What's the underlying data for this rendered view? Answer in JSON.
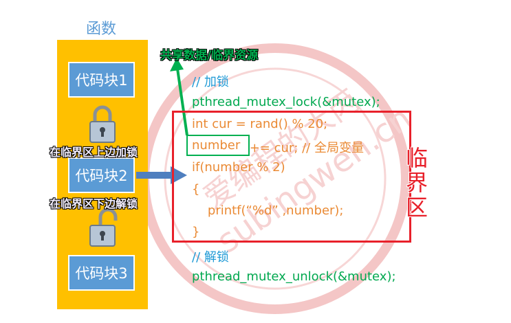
{
  "function_label": "函数",
  "blocks": [
    "代码块1",
    "代码块2",
    "代码块3"
  ],
  "lock_caption": "在临界区上边加锁",
  "unlock_caption": "在临界区下边解锁",
  "shared_resource_label": "共享数据/临界资源",
  "critical_section_label": "临界区",
  "code": {
    "lock_comment": "// 加锁",
    "lock_call": "pthread_mutex_lock(&mutex);",
    "line1": "int cur = rand() % 20;",
    "line2_var": "number",
    "line2_rest": " += cur; // 全局变量",
    "line3": "if(number % 2)",
    "line4": "{",
    "line5": "    printf(“%d” ,number);",
    "line6": "}",
    "unlock_comment": "// 解锁",
    "unlock_call": "pthread_mutex_unlock(&mutex);"
  },
  "watermark": "爱编程的大丙 subingwen.cn",
  "colors": {
    "block_fill": "#5b9bd5",
    "column_fill": "#ffc000",
    "critical": "#e8202a",
    "shared": "#00b050",
    "code_orange": "#ea8a34",
    "code_blue": "#1f9ad6"
  }
}
